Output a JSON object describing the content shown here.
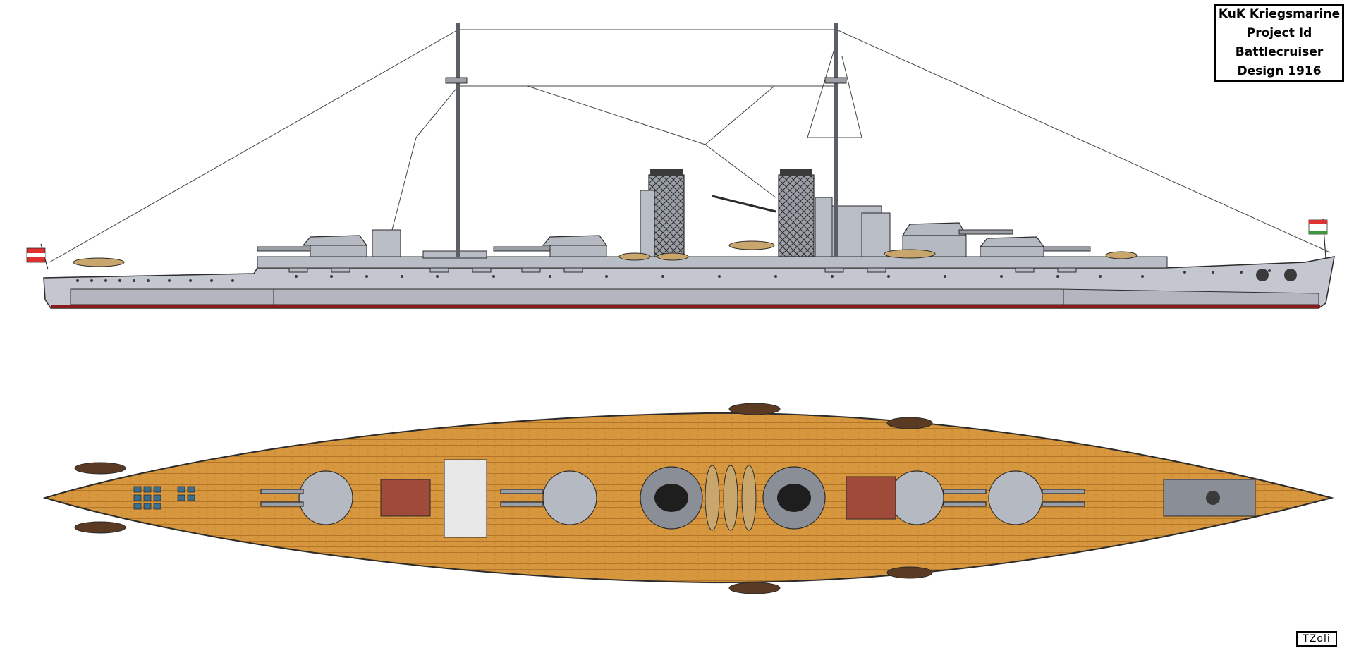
{
  "title_box": {
    "line1": "KuK Kriegsmarine",
    "line2": "Project Id",
    "line3": "Battlecruiser",
    "line4": "Design 1916"
  },
  "signature": "TZoli",
  "colors": {
    "hull_grey": "#c4c7cf",
    "superstructure_grey": "#b9bdc6",
    "boot_topping": "#8b1a1a",
    "deck_planking": "#d7973e",
    "turret_grey": "#b5b9c1",
    "barbette_red": "#a04a3a",
    "funnel_dark": "#3a3a3a",
    "boat_tan": "#c9a66b",
    "outline": "#2b2b2b",
    "flag_red": "#e03030",
    "flag_green": "#3a9a3a"
  },
  "icons": {
    "profile": "ship-side-profile",
    "plan": "ship-deck-plan",
    "flag_stern": "austro-hungarian-naval-ensign",
    "flag_bow": "hungarian-jack"
  }
}
